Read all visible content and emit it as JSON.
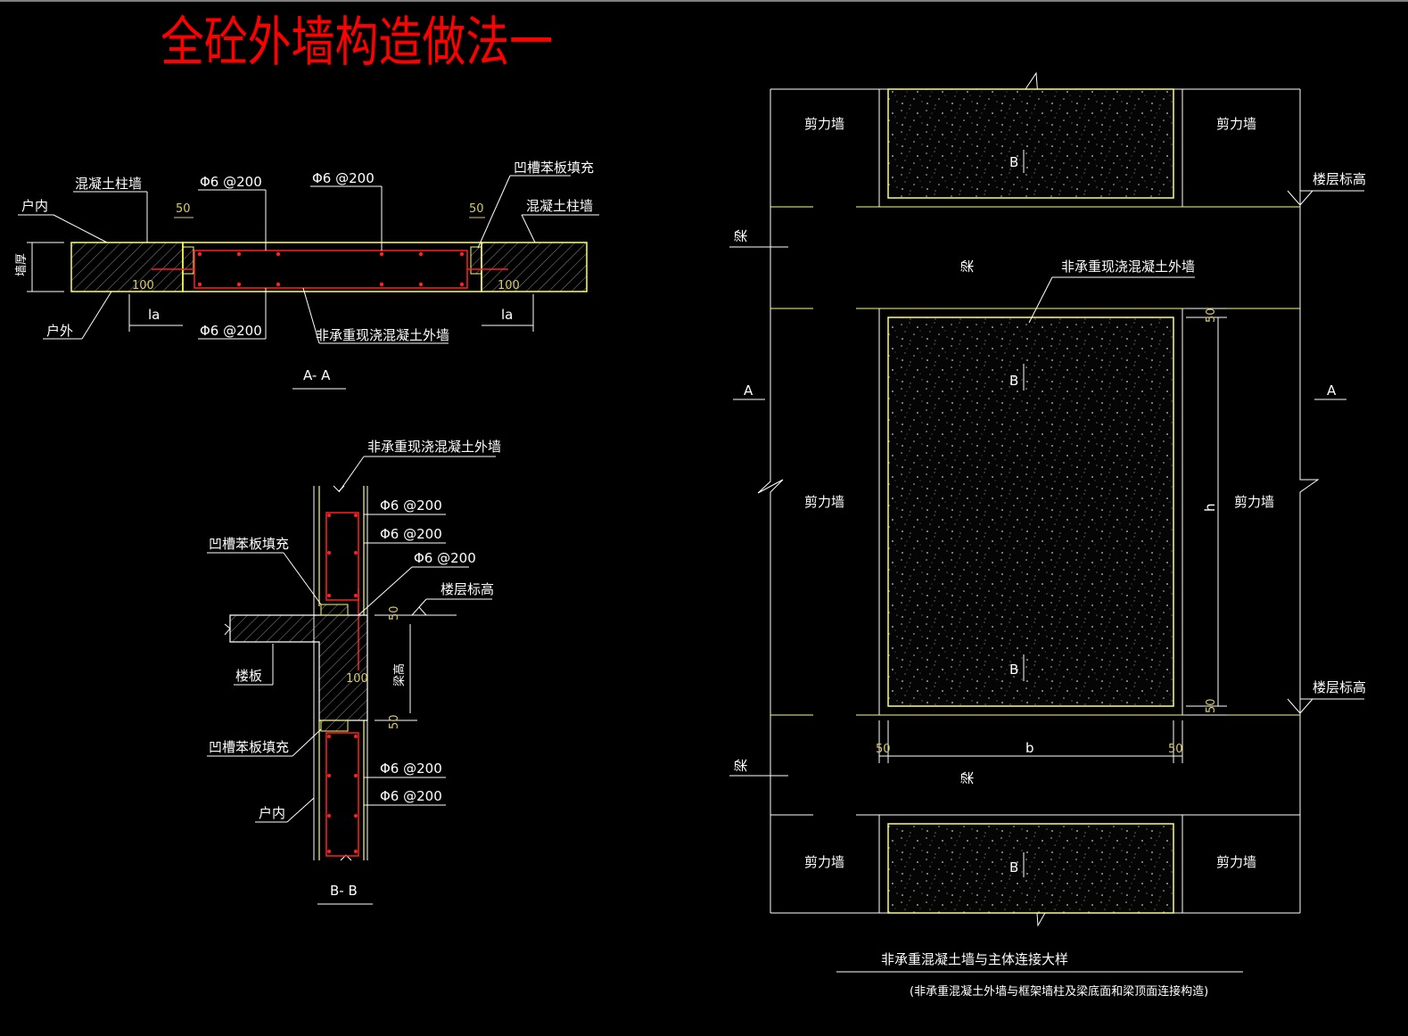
{
  "title": "全砼外墙构造做法一",
  "colors": {
    "background": "#000000",
    "line": "#ffffff",
    "wall_edge": "#ffff66",
    "rebar": "#ff2020",
    "dim": "#d9c96a",
    "title": "#ff0000"
  },
  "section_aa": {
    "name": "A- A",
    "interior": "户内",
    "exterior": "户外",
    "column_wall_left": "混凝土柱墙",
    "column_wall_right": "混凝土柱墙",
    "rebar_top_left": "Φ6 @200",
    "rebar_top_mid": "Φ6 @200",
    "rebar_bottom": "Φ6 @200",
    "groove_fill": "凹槽苯板填充",
    "wall_label": "非承重现浇混凝土外墙",
    "dim_50_left": "50",
    "dim_50_right": "50",
    "dim_100_left": "100",
    "dim_100_right": "100",
    "la_left": "la",
    "la_right": "la",
    "thickness": "墙厚"
  },
  "section_bb": {
    "name": "B- B",
    "wall_label": "非承重现浇混凝土外墙",
    "rebar_1": "Φ6 @200",
    "rebar_2": "Φ6 @200",
    "rebar_3": "Φ6 @200",
    "rebar_4": "Φ6 @200",
    "rebar_5": "Φ6 @200",
    "groove_top": "凹槽苯板填充",
    "groove_bottom": "凹槽苯板填充",
    "floor_level": "楼层标高",
    "slab": "楼板",
    "interior": "户内",
    "beam_height": "梁高",
    "dim_50_top": "50",
    "dim_50_bottom": "50",
    "dim_100": "100"
  },
  "elevation": {
    "shear_wall_tl": "剪力墙",
    "shear_wall_tr": "剪力墙",
    "shear_wall_ml": "剪力墙",
    "shear_wall_mr": "剪力墙",
    "shear_wall_bl": "剪力墙",
    "shear_wall_br": "剪力墙",
    "floor_level_top": "楼层标高",
    "floor_level_bottom": "楼层标高",
    "beam_top_left": "梁",
    "beam_top_mid": "梁",
    "beam_bottom_left": "梁",
    "beam_bottom_mid": "梁",
    "wall_label": "非承重现浇混凝土外墙",
    "cut_a_left": "A",
    "cut_a_right": "A",
    "cut_b_1": "B",
    "cut_b_2": "B",
    "cut_b_3": "B",
    "cut_b_4": "B",
    "dim_h": "h",
    "dim_b": "b",
    "dim_50_top": "50",
    "dim_50_bottom": "50",
    "dim_50_left": "50",
    "dim_50_right": "50",
    "caption_main": "非承重混凝土墙与主体连接大样",
    "caption_sub": "(非承重混凝土外墙与框架墙柱及梁底面和梁顶面连接构造)"
  }
}
